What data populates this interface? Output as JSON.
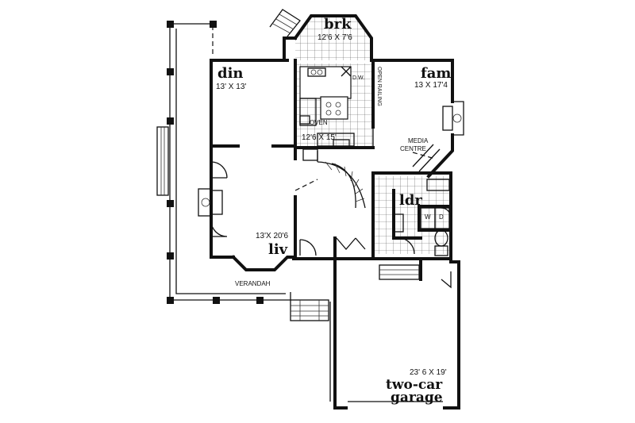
{
  "rooms": {
    "breakfast": {
      "name": "brk",
      "dims": "12'6 X 7'6"
    },
    "dining": {
      "name": "din",
      "dims": "13' X 13'"
    },
    "family": {
      "name": "fam",
      "dims": "13 X 17'4"
    },
    "kitchen": {
      "dims": "12'6 X 15'"
    },
    "laundry": {
      "name": "ldr"
    },
    "living": {
      "name": "liv",
      "dims": "13'X 20'6"
    },
    "garage": {
      "name_line1": "two-car",
      "name_line2": "garage",
      "dims": "23' 6 X 19'"
    }
  },
  "labels": {
    "verandah": "VERANDAH",
    "open_railing": "OPEN RAILING",
    "oven": "OVEN",
    "dishwasher": "D.W.",
    "media_line1": "MEDIA",
    "media_line2": "CENTRE",
    "washer": "W",
    "dryer": "D"
  },
  "colors": {
    "ink": "#111111",
    "paper": "#ffffff"
  }
}
